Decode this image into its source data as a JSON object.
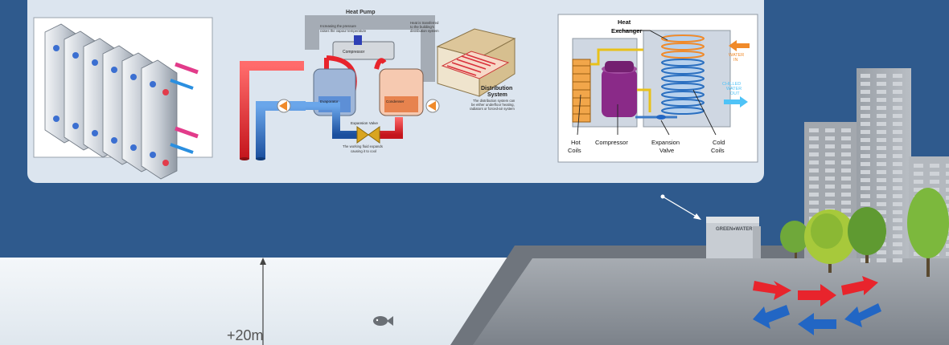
{
  "panel": {
    "plate_heat_exchanger": {},
    "heat_pump": {
      "title": "Heat Pump",
      "note_pressure_1": "Increasing the pressure",
      "note_pressure_2": "raises the vapour temperature",
      "note_transfer_1": "Heat is transferred",
      "note_transfer_2": "to the building's",
      "note_transfer_3": "distribution system",
      "compressor": "Compressor",
      "evaporator": "Evaporator",
      "condenser": "Condenser",
      "expansion_valve": "Expansion Valve",
      "note_fluid_1": "The working fluid expands",
      "note_fluid_2": "causing it to cool",
      "distribution_1": "Distribution",
      "distribution_2": "System",
      "distribution_note_1": "The distribution system can",
      "distribution_note_2": "be either underfloor heating,",
      "distribution_note_3": "radiators or forced-air system"
    },
    "chiller": {
      "heat_exchanger_1": "Heat",
      "heat_exchanger_2": "Exchanger",
      "water_in_1": "WATER",
      "water_in_2": "IN",
      "chilled_1": "CHILLED",
      "chilled_2": "WATER",
      "chilled_3": "OUT",
      "hot_coils_1": "Hot",
      "hot_coils_2": "Coils",
      "compressor": "Compressor",
      "expansion_1": "Expansion",
      "expansion_2": "Valve",
      "cold_coils_1": "Cold",
      "cold_coils_2": "Coils"
    }
  },
  "scene": {
    "plant_sign": "GREEN♦WATER",
    "depth_label": "+20m"
  },
  "colors": {
    "background": "#2f5a8d",
    "panel": "#dce5ef",
    "warm": "#e8242c",
    "cold": "#2266c4",
    "pump": "#f08a2a",
    "sea": "#eef3f7"
  }
}
